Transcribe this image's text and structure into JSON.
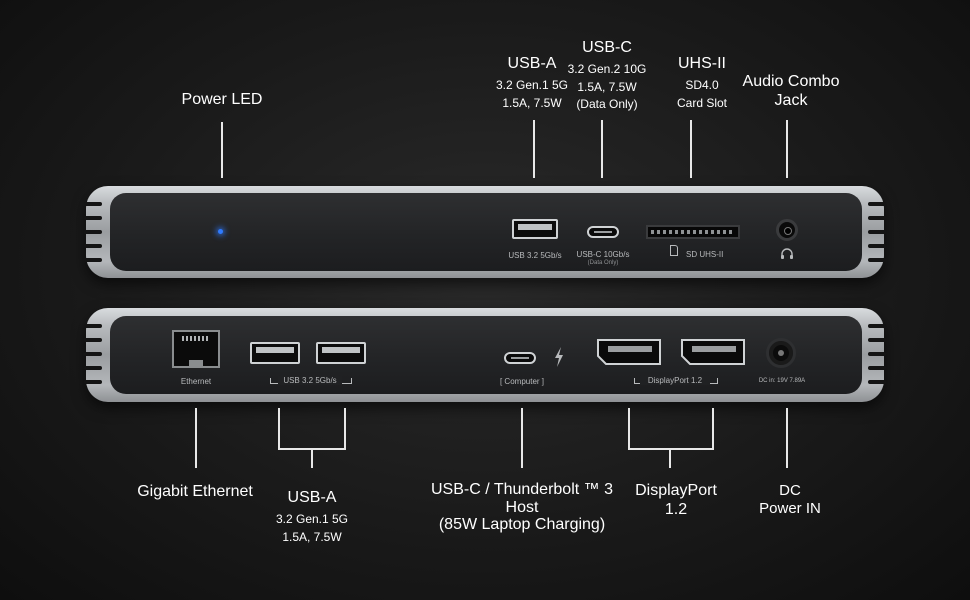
{
  "top_labels": {
    "power_led": "Power LED",
    "usba": {
      "title": "USB-A",
      "line1": "3.2 Gen.1 5G",
      "line2": "1.5A, 7.5W"
    },
    "usbc": {
      "title": "USB-C",
      "line1": "3.2 Gen.2 10G",
      "line2": "1.5A, 7.5W",
      "line3": "(Data Only)"
    },
    "uhs": {
      "title": "UHS-II",
      "line1": "SD4.0",
      "line2": "Card Slot"
    },
    "audio": {
      "line1": "Audio Combo",
      "line2": "Jack"
    }
  },
  "front_panel": {
    "usba_label": "USB 3.2  5Gb/s",
    "usbc_label": "USB-C 10Gb/s",
    "usbc_sub": "(Data Only)",
    "sd_label": "SD UHS-II"
  },
  "rear_panel": {
    "ethernet_label": "Ethernet",
    "usba_label": "USB 3.2  5Gb/s",
    "computer_label": "[ Computer ]",
    "dp_label": "DisplayPort 1.2",
    "dc_label": "DC in: 19V 7.89A"
  },
  "bottom_labels": {
    "ethernet": "Gigabit Ethernet",
    "usba": {
      "title": "USB-A",
      "line1": "3.2 Gen.1 5G",
      "line2": "1.5A, 7.5W"
    },
    "tb": {
      "line1": "USB-C / Thunderbolt ™ 3",
      "line2": "Host",
      "line3": "(85W Laptop Charging)"
    },
    "dp": {
      "line1": "DisplayPort",
      "line2": "1.2"
    },
    "dc": {
      "line1": "DC",
      "line2": "Power IN"
    }
  },
  "colors": {
    "led": "#2f7bff",
    "background": "#1a1a1a",
    "label_text": "#ffffff"
  }
}
